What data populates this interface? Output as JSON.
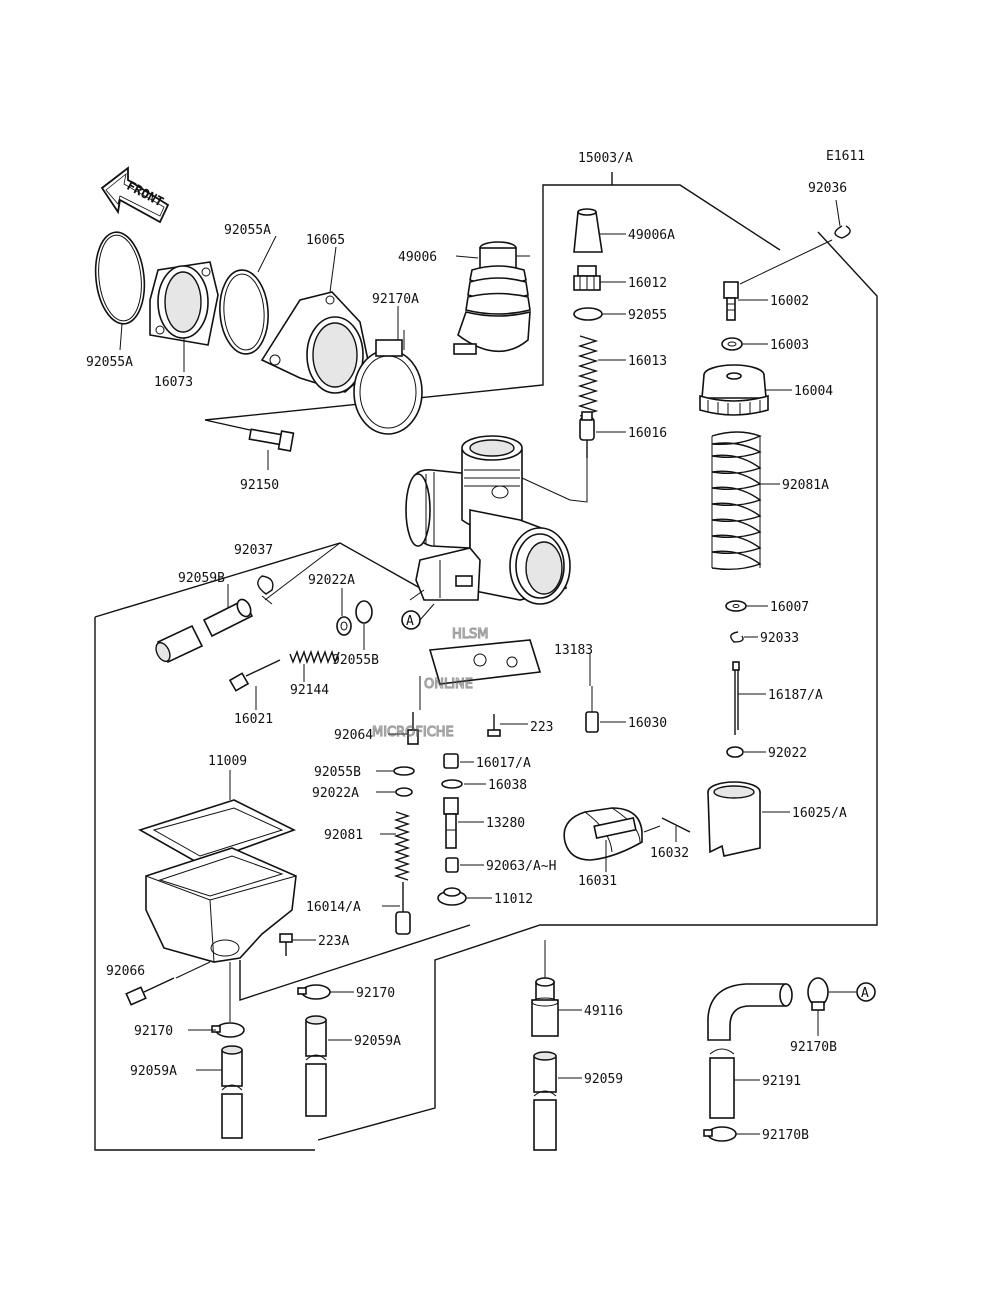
{
  "diagram": {
    "code": "E1611",
    "front_label": "FRONT",
    "circle_ref": "A",
    "watermark": [
      "HLSM",
      "ONLINE",
      "MICROFICHE"
    ],
    "parts": [
      "15003/A",
      "92036",
      "49006A",
      "49006",
      "16012",
      "92055",
      "16002",
      "16003",
      "16013",
      "16004",
      "16016",
      "92081A",
      "92055A",
      "16065",
      "92170A",
      "16073",
      "92150",
      "92037",
      "92059B",
      "92022A",
      "92055B",
      "16021",
      "92144",
      "13183",
      "16030",
      "223",
      "92064",
      "16007",
      "92033",
      "16187/A",
      "92022",
      "11009",
      "92055B",
      "92022A",
      "16017/A",
      "16038",
      "13280",
      "92081",
      "92063/A~H",
      "16025/A",
      "16032",
      "16031",
      "16014/A",
      "11012",
      "223A",
      "92066",
      "92170",
      "92170",
      "49116",
      "92059A",
      "92059A",
      "92059",
      "92170B",
      "92191",
      "92170B"
    ]
  }
}
